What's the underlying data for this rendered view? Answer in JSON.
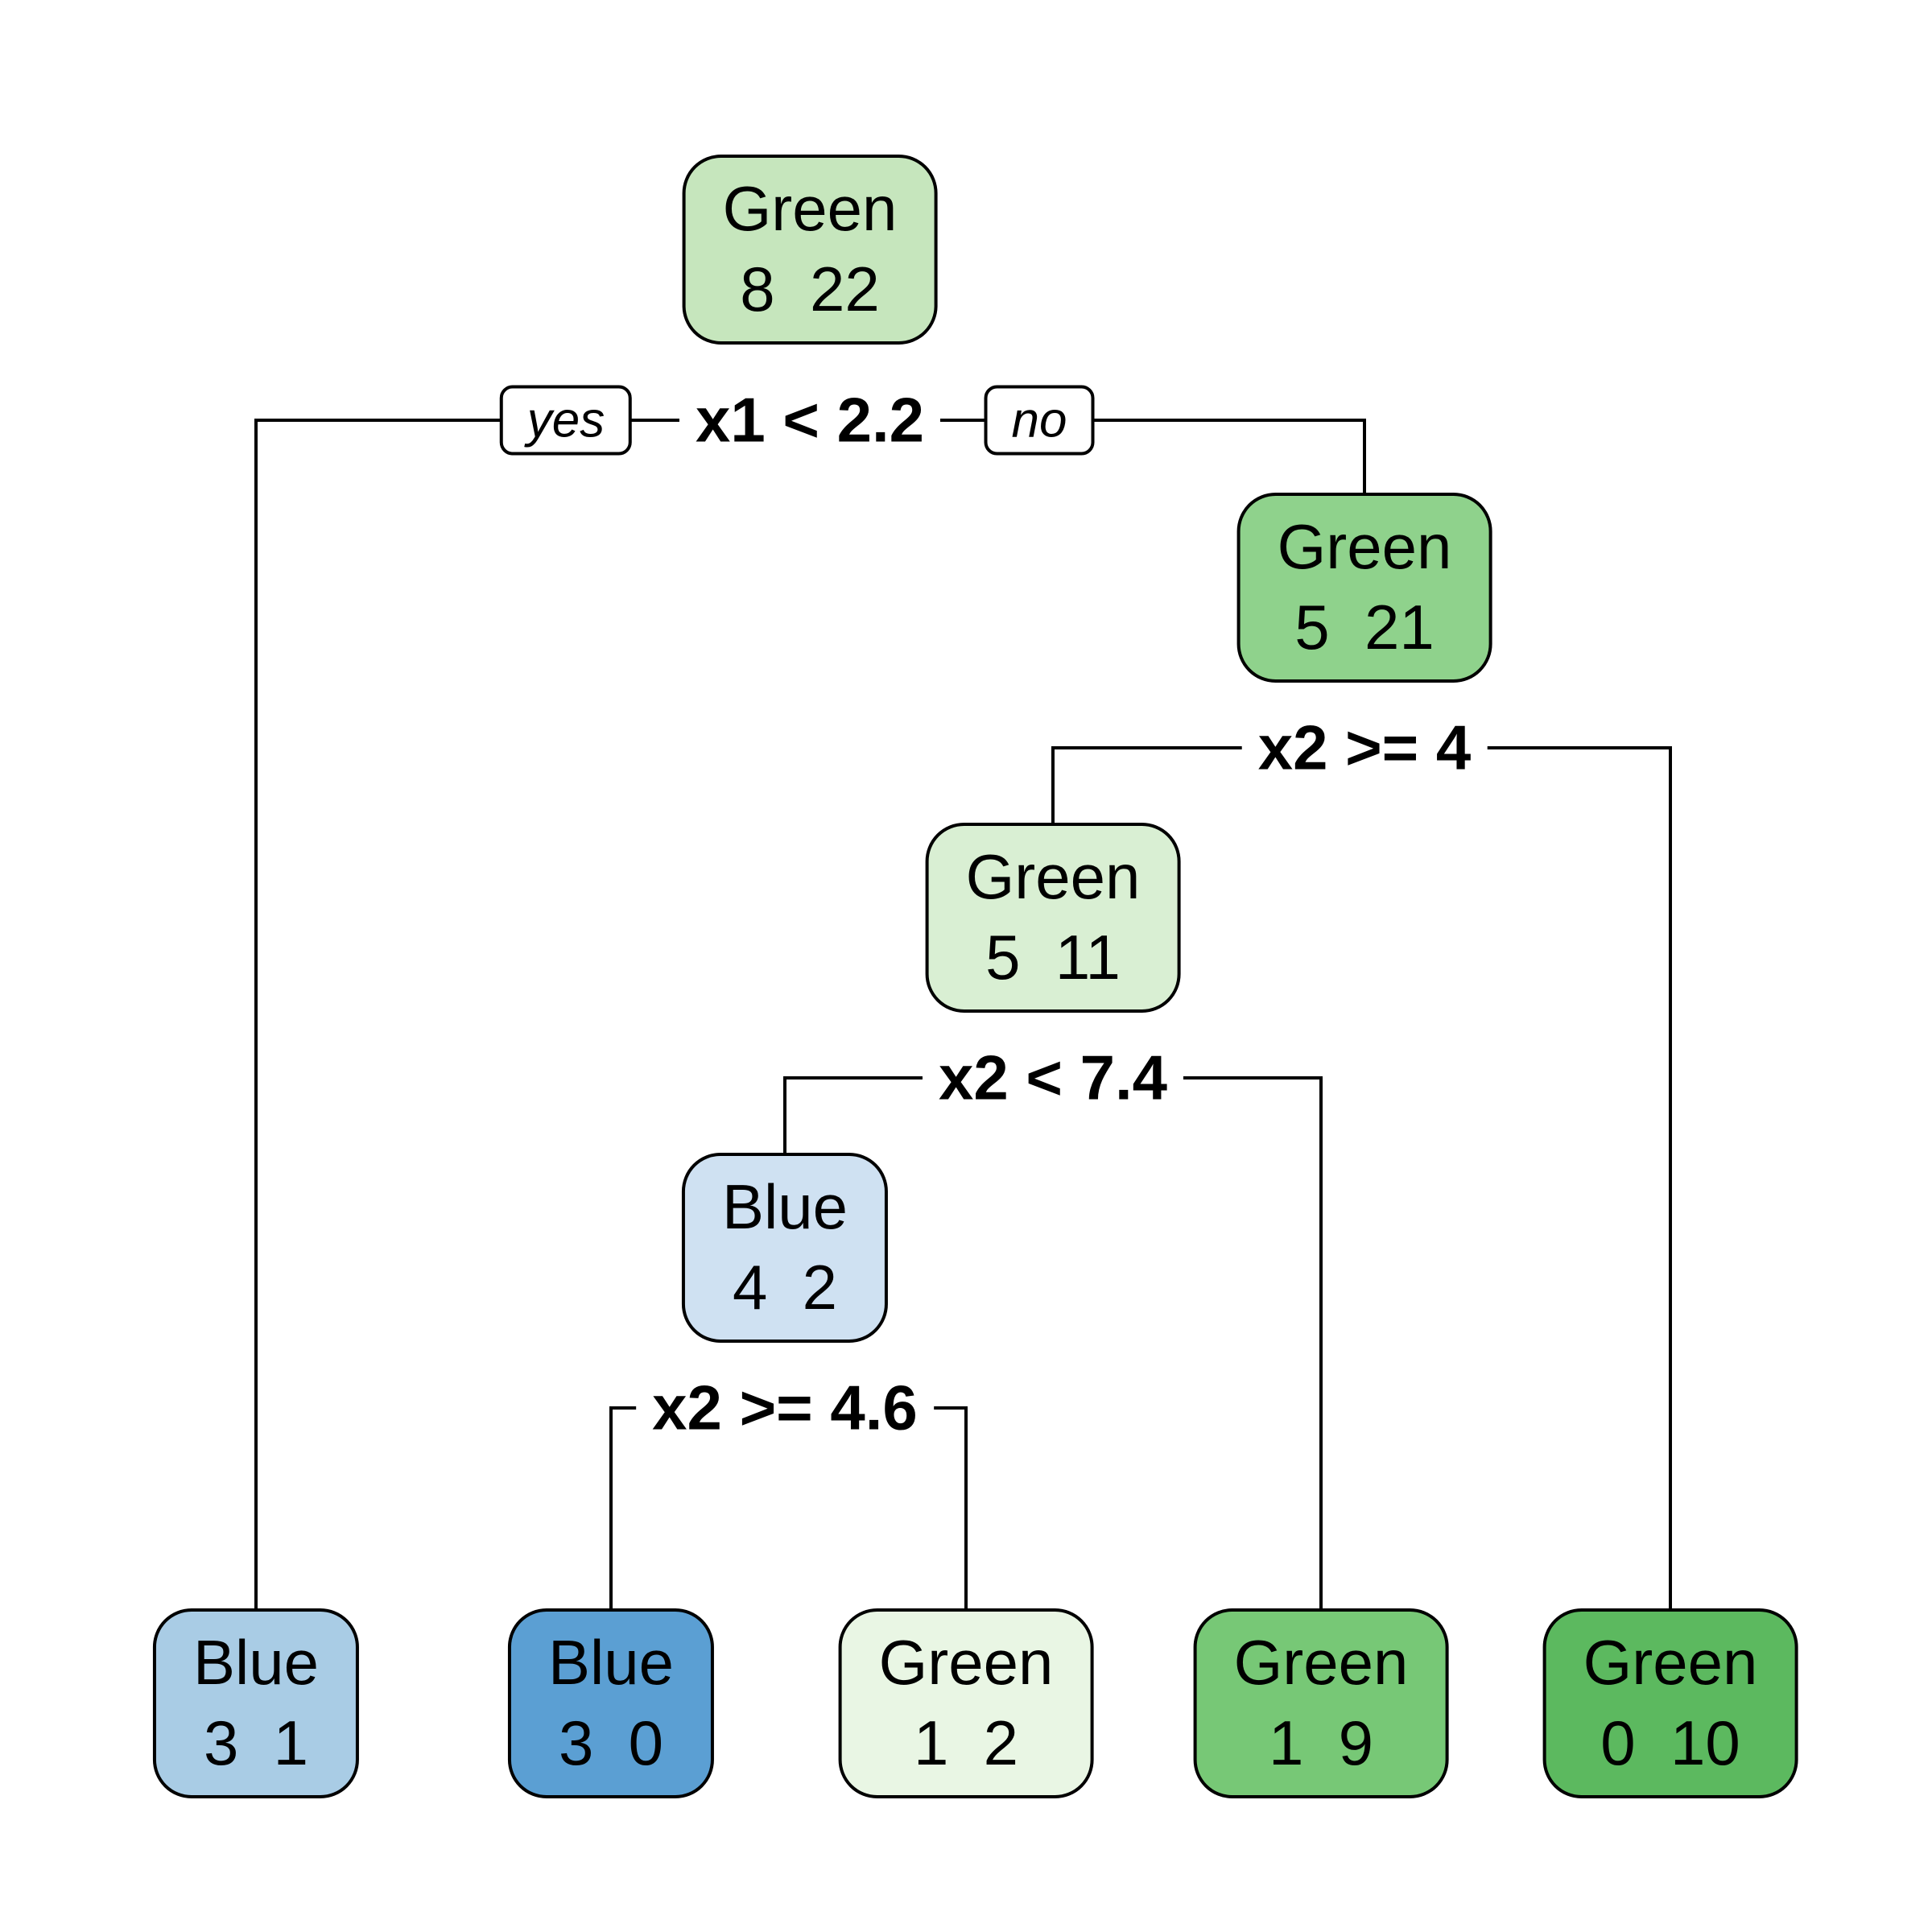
{
  "figure": {
    "background": "#ffffff",
    "line_color": "#000000",
    "text_color": "#000000"
  },
  "tree": {
    "type": "decision-tree",
    "nodes": [
      {
        "id": "root",
        "label": "Green",
        "values": "8  22",
        "color": "#c6e6bd",
        "depth": 0
      },
      {
        "id": "green-5-21",
        "label": "Green",
        "values": "5  21",
        "color": "#8fd28c",
        "depth": 1
      },
      {
        "id": "green-5-11",
        "label": "Green",
        "values": "5  11",
        "color": "#d9efd3",
        "depth": 2
      },
      {
        "id": "blue-4-2",
        "label": "Blue",
        "values": "4  2",
        "color": "#cfe1f2",
        "depth": 3
      },
      {
        "id": "blue-3-1",
        "label": "Blue",
        "values": "3  1",
        "color": "#a9cce5",
        "depth": 4,
        "leaf": true
      },
      {
        "id": "blue-3-0",
        "label": "Blue",
        "values": "3  0",
        "color": "#5b9fd3",
        "depth": 4,
        "leaf": true
      },
      {
        "id": "green-1-2",
        "label": "Green",
        "values": "1  2",
        "color": "#e9f6e4",
        "depth": 4,
        "leaf": true
      },
      {
        "id": "green-1-9",
        "label": "Green",
        "values": "1  9",
        "color": "#77c876",
        "depth": 4,
        "leaf": true
      },
      {
        "id": "green-0-10",
        "label": "Green",
        "values": "0  10",
        "color": "#5cb95f",
        "depth": 4,
        "leaf": true
      }
    ],
    "splits": [
      {
        "id": "s1",
        "condition": "x1 < 2.2",
        "yes_label": "yes",
        "no_label": "no",
        "parent": "root",
        "yes_child": "blue-3-1",
        "no_child": "green-5-21"
      },
      {
        "id": "s2",
        "condition": "x2 >= 4",
        "parent": "green-5-21",
        "yes_child": "green-5-11",
        "no_child": "green-0-10"
      },
      {
        "id": "s3",
        "condition": "x2 < 7.4",
        "parent": "green-5-11",
        "yes_child": "blue-4-2",
        "no_child": "green-1-9"
      },
      {
        "id": "s4",
        "condition": "x2 >= 4.6",
        "parent": "blue-4-2",
        "yes_child": "blue-3-0",
        "no_child": "green-1-2"
      }
    ]
  }
}
